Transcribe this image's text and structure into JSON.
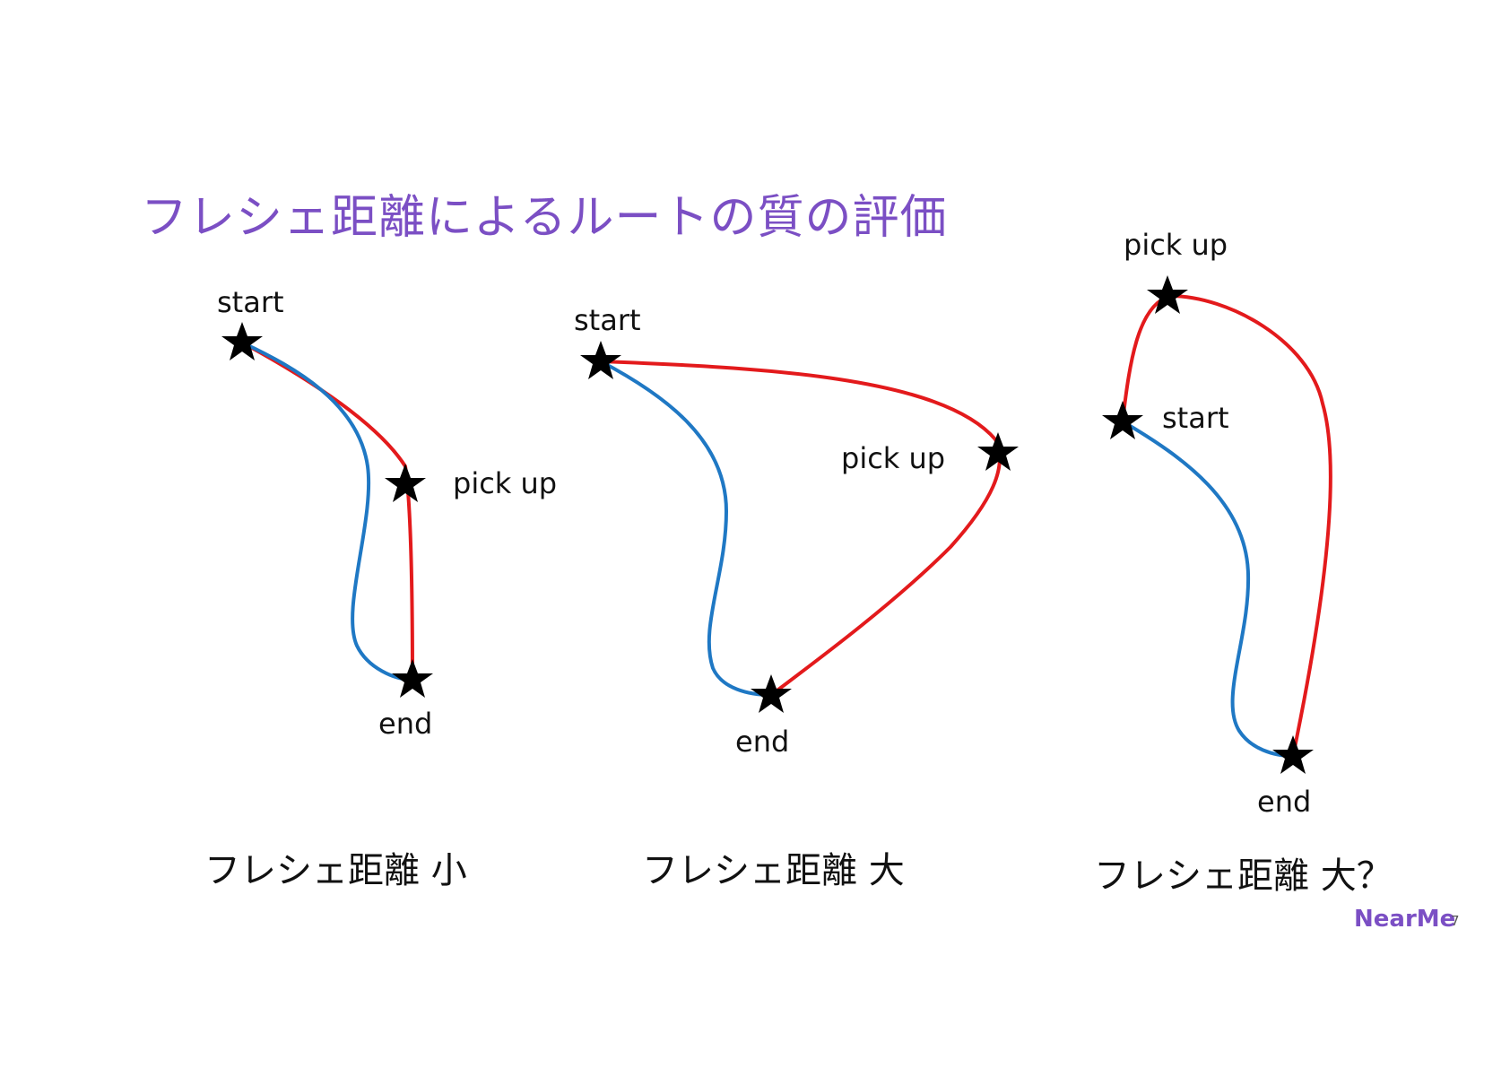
{
  "slide": {
    "title": "フレシェ距離によるルートの質の評価",
    "brand": "NearMe",
    "page_number": "7"
  },
  "colors": {
    "title": "#7b4fc4",
    "route_red": "#e31a1c",
    "route_blue": "#1f78c4",
    "marker": "#000000"
  },
  "panels": [
    {
      "caption": "フレシェ距離 小",
      "labels": {
        "start": "start",
        "pickup": "pick up",
        "end": "end"
      }
    },
    {
      "caption": "フレシェ距離 大",
      "labels": {
        "start": "start",
        "pickup": "pick up",
        "end": "end"
      }
    },
    {
      "caption": "フレシェ距離 大？",
      "labels": {
        "start": "start",
        "pickup": "pick up",
        "end": "end"
      }
    }
  ]
}
